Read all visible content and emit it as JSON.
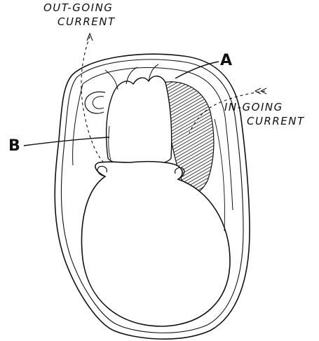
{
  "labels": {
    "out_going_line1": "OUT-GOING",
    "out_going_line2": "CURRENT",
    "in_going_line1": "IN-GOING",
    "in_going_line2": "CURRENT",
    "label_a": "A",
    "label_b": "B"
  },
  "colors": {
    "ink": "#111111",
    "paper": "#ffffff"
  }
}
